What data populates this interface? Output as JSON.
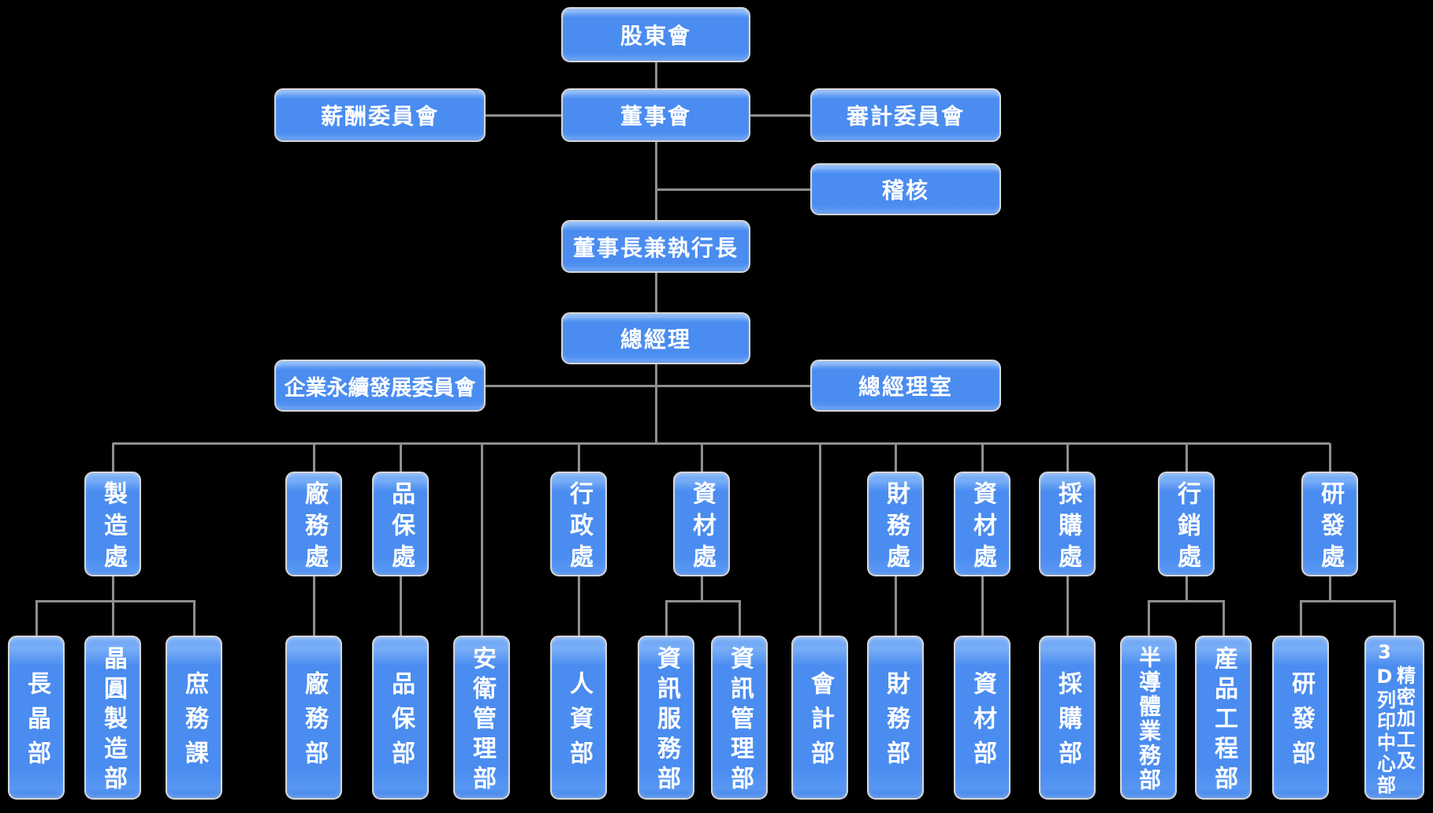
{
  "colors": {
    "background": "#000000",
    "box_fill": "#4a8cf0",
    "box_highlight": "#79aef7",
    "box_border": "#d6d6d6",
    "connector_line": "#8f8f8f",
    "text": "#ffffff"
  },
  "top": {
    "shareholders": "股東會",
    "compensation_committee": "薪酬委員會",
    "board": "董事會",
    "audit_committee": "審計委員會",
    "internal_audit": "稽核",
    "chairman_ceo": "董事長兼執行長",
    "general_manager": "總經理",
    "sustainability_committee": "企業永續發展委員會",
    "gm_office": "總經理室"
  },
  "divisions": [
    "製造處",
    "廠務處",
    "品保處",
    "行政處",
    "資材處",
    "財務處",
    "資材處",
    "採購處",
    "行銷處",
    "研發處"
  ],
  "departments": [
    "長晶部",
    "晶圓製造部",
    "庶務課",
    "廠務部",
    "品保部",
    "安衛管理部",
    "人資部",
    "資訊服務部",
    "資訊管理部",
    "會計部",
    "財務部",
    "資材部",
    "採購部",
    "半導體業務部",
    "産品工程部",
    "研發部"
  ],
  "precision_department": {
    "lines": [
      "精密加工及",
      "3D列印中心部"
    ]
  }
}
